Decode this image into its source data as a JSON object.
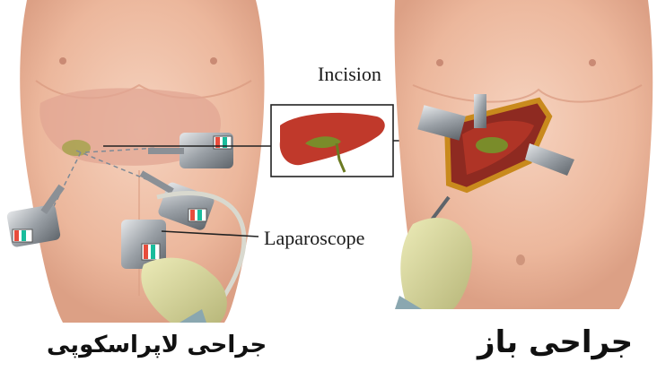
{
  "labels": {
    "incision": "Incision",
    "laparoscope": "Laparoscope"
  },
  "captions": {
    "laparoscopic_surgery": "جراحی لاپراسکوپی",
    "open_surgery": "جراحی باز"
  },
  "colors": {
    "skin": "#f2c2a8",
    "skin_shadow": "#e2a48a",
    "liver": "#c0392b",
    "gallbladder": "#7a8c2a",
    "glove": "#d8d79a",
    "instrument": "#9aa0a6",
    "incision_frame": "#c98a1d"
  }
}
